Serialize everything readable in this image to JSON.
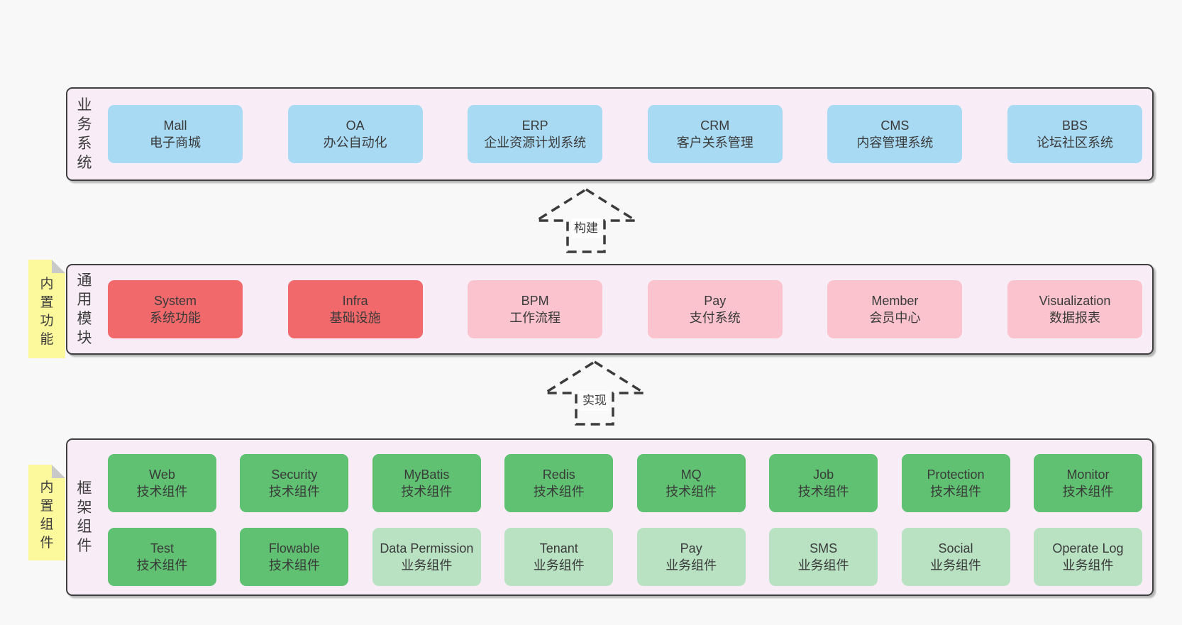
{
  "palette": {
    "page_bg": "#f8f8f8",
    "panel_bg": "#f8edf6",
    "panel_border": "#3f3f3f",
    "business_box_blue": "#a9daf3",
    "module_box_red": "#f2696b",
    "module_box_pink": "#fac3cd",
    "component_box_green": "#5fc171",
    "component_box_light_green": "#b9e2c3",
    "sticky_yellow": "#fbf99c",
    "sticky_fold_gray": "#c9c9c9",
    "text": "#3c3c3c"
  },
  "arrows": {
    "build": {
      "label": "构建"
    },
    "implement": {
      "label": "实现"
    }
  },
  "sections": {
    "business": {
      "label": "业务系统",
      "items": [
        {
          "name": "Mall",
          "sub": "电子商城",
          "color": "blue"
        },
        {
          "name": "OA",
          "sub": "办公自动化",
          "color": "blue"
        },
        {
          "name": "ERP",
          "sub": "企业资源计划系统",
          "color": "blue"
        },
        {
          "name": "CRM",
          "sub": "客户关系管理",
          "color": "blue"
        },
        {
          "name": "CMS",
          "sub": "内容管理系统",
          "color": "blue"
        },
        {
          "name": "BBS",
          "sub": "论坛社区系统",
          "color": "blue"
        }
      ]
    },
    "modules": {
      "label": "通用模块",
      "sticky": "内置功能",
      "items": [
        {
          "name": "System",
          "sub": "系统功能",
          "color": "red"
        },
        {
          "name": "Infra",
          "sub": "基础设施",
          "color": "red"
        },
        {
          "name": "BPM",
          "sub": "工作流程",
          "color": "pink"
        },
        {
          "name": "Pay",
          "sub": "支付系统",
          "color": "pink"
        },
        {
          "name": "Member",
          "sub": "会员中心",
          "color": "pink"
        },
        {
          "name": "Visualization",
          "sub": "数据报表",
          "color": "pink"
        }
      ]
    },
    "framework": {
      "label": "框架组件",
      "sticky": "内置组件",
      "row1": [
        {
          "name": "Web",
          "sub": "技术组件",
          "color": "green"
        },
        {
          "name": "Security",
          "sub": "技术组件",
          "color": "green"
        },
        {
          "name": "MyBatis",
          "sub": "技术组件",
          "color": "green"
        },
        {
          "name": "Redis",
          "sub": "技术组件",
          "color": "green"
        },
        {
          "name": "MQ",
          "sub": "技术组件",
          "color": "green"
        },
        {
          "name": "Job",
          "sub": "技术组件",
          "color": "green"
        },
        {
          "name": "Protection",
          "sub": "技术组件",
          "color": "green"
        },
        {
          "name": "Monitor",
          "sub": "技术组件",
          "color": "green"
        }
      ],
      "row2": [
        {
          "name": "Test",
          "sub": "技术组件",
          "color": "green"
        },
        {
          "name": "Flowable",
          "sub": "技术组件",
          "color": "green"
        },
        {
          "name": "Data Permission",
          "sub": "业务组件",
          "color": "light_green"
        },
        {
          "name": "Tenant",
          "sub": "业务组件",
          "color": "light_green"
        },
        {
          "name": "Pay",
          "sub": "业务组件",
          "color": "light_green"
        },
        {
          "name": "SMS",
          "sub": "业务组件",
          "color": "light_green"
        },
        {
          "name": "Social",
          "sub": "业务组件",
          "color": "light_green"
        },
        {
          "name": "Operate Log",
          "sub": "业务组件",
          "color": "light_green"
        }
      ]
    }
  }
}
